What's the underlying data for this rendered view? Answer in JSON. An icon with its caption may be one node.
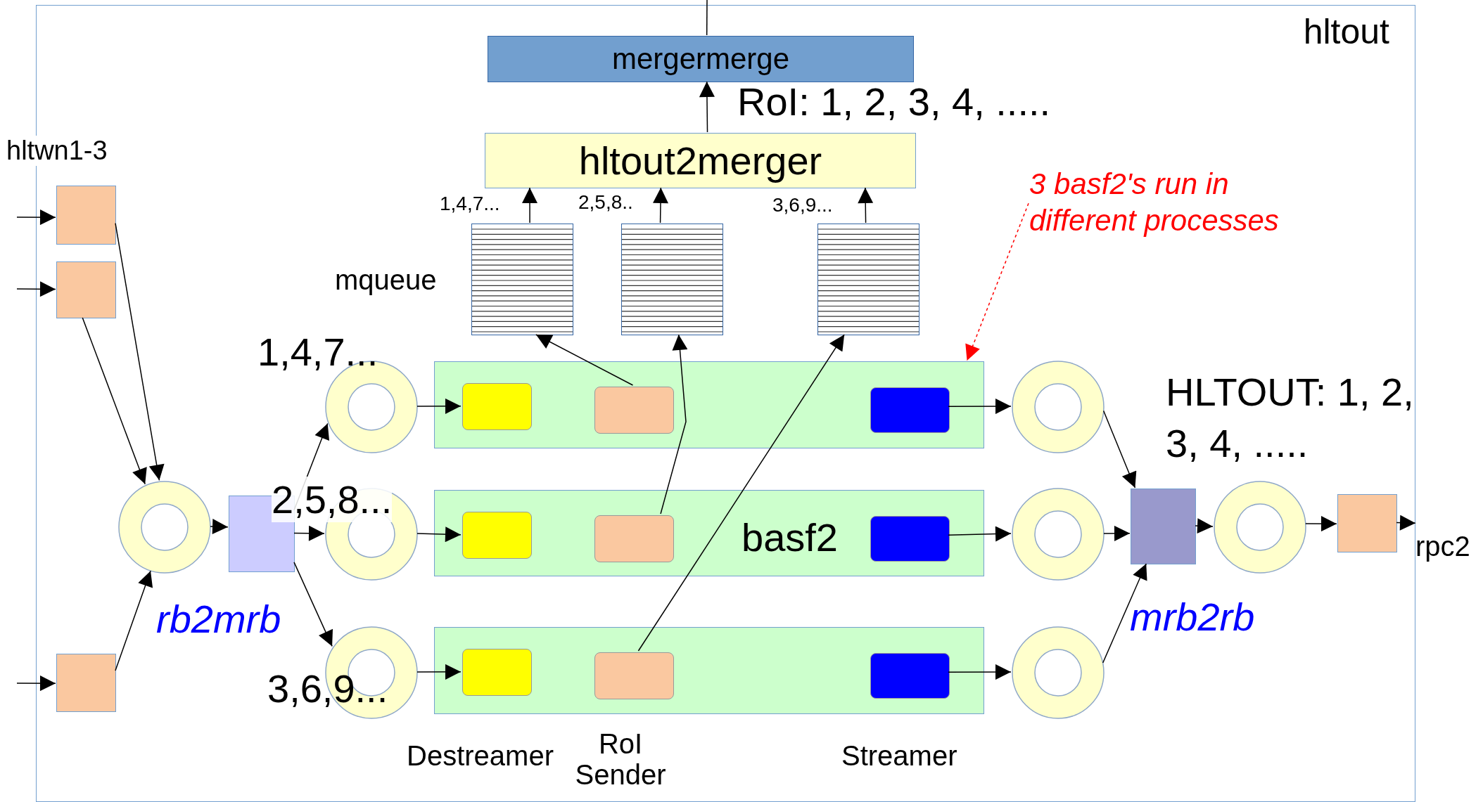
{
  "diagram": {
    "nodes": [
      {
        "text": [
          "hltout"
        ]
      },
      {
        "text": [
          "mergermerge"
        ],
        "in": 0
      },
      {
        "text": [
          "hltout2merger"
        ],
        "in": 0
      },
      {
        "text": [],
        "shape": "box",
        "in": 0
      },
      {
        "text": [],
        "shape": "box",
        "in": 0
      },
      {
        "text": [],
        "shape": "box",
        "in": 0
      },
      {
        "text": [],
        "shape": "box",
        "in": 0
      },
      {
        "text": [],
        "shape": "box",
        "in": 0
      },
      {
        "text": [],
        "shape": "box",
        "in": 0
      },
      {
        "text": [],
        "shape": "circle",
        "in": 0
      },
      {
        "text": [],
        "shape": "box",
        "in": 0,
        "beside": [
          "rb2mrb"
        ]
      },
      {
        "text": [],
        "shape": "circle",
        "in": 0,
        "beside": [
          "1,4,7..."
        ]
      },
      {
        "text": [],
        "shape": "circle",
        "in": 0,
        "beside": [
          "2,5,8..."
        ]
      },
      {
        "text": [],
        "shape": "circle",
        "in": 0,
        "beside": [
          "3,6,9..."
        ]
      },
      {
        "text": [],
        "shape": "box",
        "in": 0
      },
      {
        "text": [],
        "shape": "box",
        "in": 14
      },
      {
        "text": [],
        "shape": "box",
        "in": 14
      },
      {
        "text": [],
        "shape": "box",
        "in": 14
      },
      {
        "text": [
          "basf2"
        ],
        "in": 0
      },
      {
        "text": [],
        "shape": "box",
        "in": 18
      },
      {
        "text": [],
        "shape": "box",
        "in": 18
      },
      {
        "text": [],
        "shape": "box",
        "in": 18
      },
      {
        "text": [],
        "shape": "box",
        "in": 0
      },
      {
        "text": [],
        "shape": "box",
        "in": 22
      },
      {
        "text": [],
        "shape": "box",
        "in": 22
      },
      {
        "text": [],
        "shape": "box",
        "in": 22
      },
      {
        "text": [],
        "shape": "circle",
        "in": 0
      },
      {
        "text": [],
        "shape": "circle",
        "in": 0
      },
      {
        "text": [],
        "shape": "circle",
        "in": 0
      },
      {
        "text": [],
        "shape": "box",
        "in": 0,
        "beside": [
          "mrb2rb"
        ]
      },
      {
        "text": [],
        "shape": "circle",
        "in": 0
      },
      {
        "text": [],
        "shape": "box",
        "in": 0
      },
      {
        "text": [
          "rpc2"
        ]
      },
      {
        "text": [
          "3 basf2's run in different processes"
        ],
        "in": 0
      }
    ],
    "edges": [
      {
        "from": null,
        "to": 6,
        "arrow": "to"
      },
      {
        "from": null,
        "to": 7,
        "arrow": "to"
      },
      {
        "from": null,
        "to": 8,
        "arrow": "to"
      },
      {
        "from": 6,
        "to": 9,
        "arrow": "to"
      },
      {
        "from": 7,
        "to": 9,
        "arrow": "to"
      },
      {
        "from": 8,
        "to": 9,
        "arrow": "to"
      },
      {
        "from": 9,
        "to": 10,
        "arrow": "to"
      },
      {
        "from": 10,
        "to": 11,
        "arrow": "to"
      },
      {
        "from": 10,
        "to": 12,
        "arrow": "to"
      },
      {
        "from": 10,
        "to": 13,
        "arrow": "to"
      },
      {
        "from": 11,
        "to": 15,
        "arrow": "to"
      },
      {
        "from": 12,
        "to": 19,
        "arrow": "to"
      },
      {
        "from": 13,
        "to": 23,
        "arrow": "to"
      },
      {
        "from": 16,
        "to": 3,
        "arrow": "to"
      },
      {
        "from": 20,
        "to": 4,
        "arrow": "to"
      },
      {
        "from": 24,
        "to": 5,
        "arrow": "to"
      },
      {
        "from": 3,
        "to": 2,
        "arrow": "to",
        "label": "1,4,7..."
      },
      {
        "from": 4,
        "to": 2,
        "arrow": "to",
        "label": "2,5,8.."
      },
      {
        "from": 5,
        "to": 2,
        "arrow": "to",
        "label": "3,6,9..."
      },
      {
        "from": 2,
        "to": 1,
        "arrow": "to"
      },
      {
        "from": 1,
        "to": null,
        "arrow": "none"
      },
      {
        "from": 17,
        "to": 26,
        "arrow": "to"
      },
      {
        "from": 21,
        "to": 27,
        "arrow": "to"
      },
      {
        "from": 25,
        "to": 28,
        "arrow": "to"
      },
      {
        "from": 26,
        "to": 29,
        "arrow": "to"
      },
      {
        "from": 27,
        "to": 29,
        "arrow": "to"
      },
      {
        "from": 28,
        "to": 29,
        "arrow": "to"
      },
      {
        "from": 29,
        "to": 30,
        "arrow": "to"
      },
      {
        "from": 30,
        "to": 31,
        "arrow": "to"
      },
      {
        "from": 31,
        "to": 32,
        "arrow": "to"
      },
      {
        "from": 33,
        "to": 14,
        "arrow": "to",
        "style": "dashed",
        "color": "#ff0000"
      }
    ],
    "labels": [
      "RoI: 1, 2, 3, 4, .....",
      "hltwn1-3",
      "mqueue",
      "HLTOUT: 1, 2, 3, 4, .....",
      "Destreamer",
      "RoI Sender",
      "Streamer"
    ]
  }
}
